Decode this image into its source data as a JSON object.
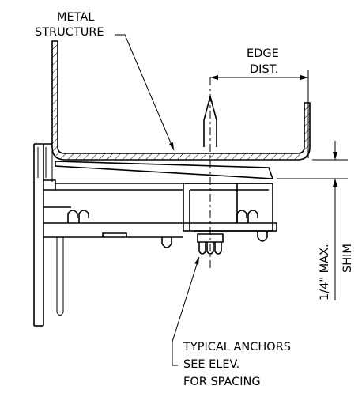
{
  "labels": {
    "metal_structure_line1": "METAL",
    "metal_structure_line2": "STRUCTURE",
    "edge_dist_line1": "EDGE",
    "edge_dist_line2": "DIST.",
    "shim_max": "1/4\" MAX.",
    "shim": "SHIM",
    "anchors_line1": "TYPICAL ANCHORS",
    "anchors_line2": "SEE ELEV.",
    "anchors_line3": "FOR SPACING"
  },
  "colors": {
    "line": "#000000",
    "background": "#ffffff"
  }
}
